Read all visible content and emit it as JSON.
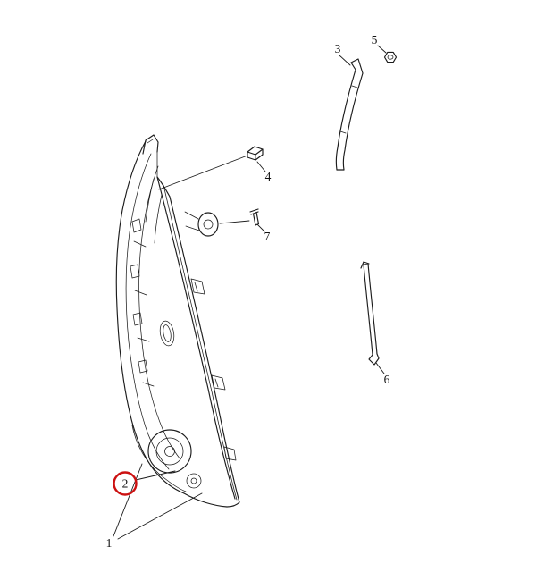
{
  "page": {
    "background": "#ffffff",
    "description": "Exploded parts line drawing of a headlamp assembly with numbered callouts"
  },
  "diagram": {
    "type": "exploded-parts-diagram",
    "line_color": "#1c1c1c",
    "highlight_color": "#cc1111",
    "callouts": [
      {
        "label": "1",
        "highlighted": false
      },
      {
        "label": "2",
        "highlighted": true
      },
      {
        "label": "3",
        "highlighted": false
      },
      {
        "label": "4",
        "highlighted": false
      },
      {
        "label": "5",
        "highlighted": false
      },
      {
        "label": "6",
        "highlighted": false
      },
      {
        "label": "7",
        "highlighted": false
      }
    ]
  }
}
